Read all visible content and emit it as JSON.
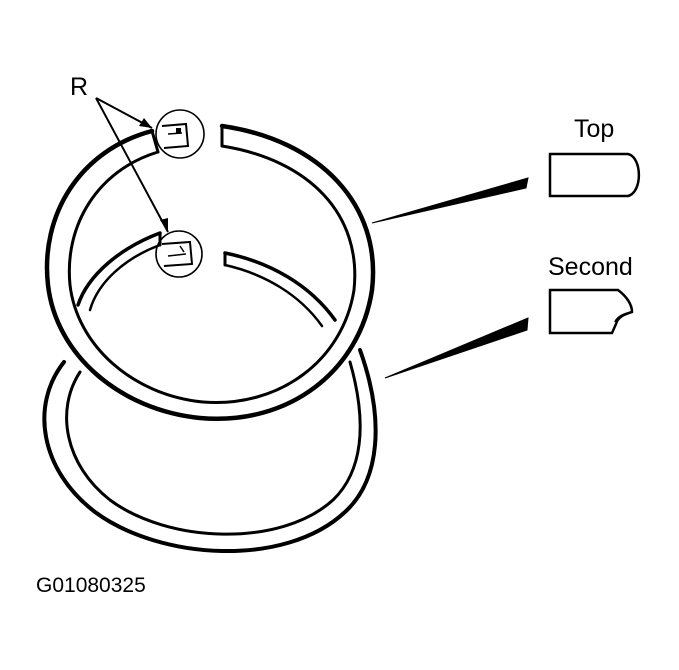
{
  "diagram": {
    "marker_label": "R",
    "top_ring_label": "Top",
    "second_ring_label": "Second",
    "figure_code": "G01080325"
  },
  "colors": {
    "ink": "#000000",
    "paper": "#ffffff"
  }
}
